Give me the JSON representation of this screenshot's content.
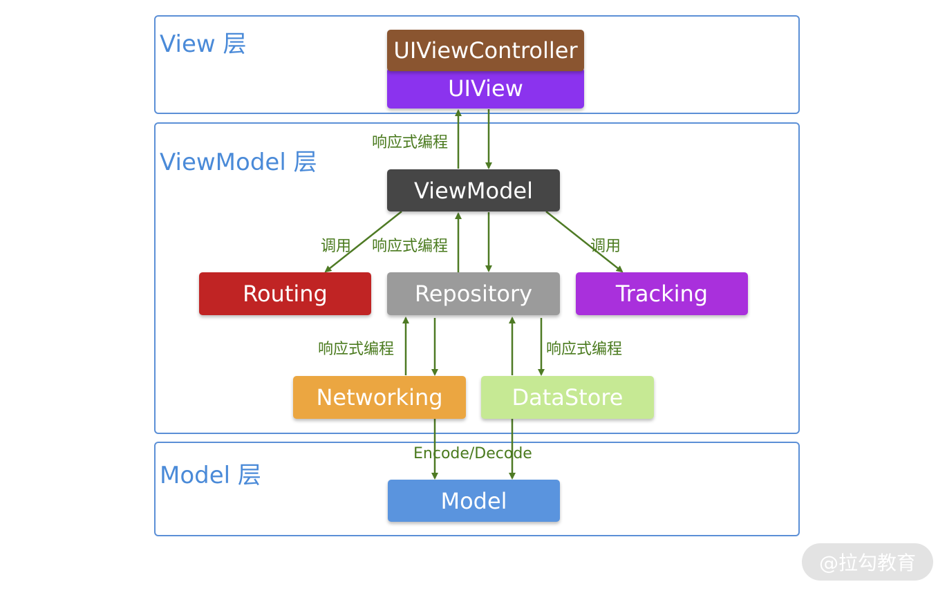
{
  "layers": {
    "view": "View 层",
    "viewmodel": "ViewModel 层",
    "model": "Model 层"
  },
  "nodes": {
    "uiviewcontroller": "UIViewController",
    "uiview": "UIView",
    "viewmodel": "ViewModel",
    "routing": "Routing",
    "repository": "Repository",
    "tracking": "Tracking",
    "networking": "Networking",
    "datastore": "DataStore",
    "model": "Model"
  },
  "edge_labels": {
    "uiview_viewmodel": "响应式编程",
    "viewmodel_routing": "调用",
    "viewmodel_repository": "响应式编程",
    "viewmodel_tracking": "调用",
    "repository_networking": "响应式编程",
    "repository_datastore": "响应式编程",
    "to_model": "Encode/Decode"
  },
  "colors": {
    "layer_border": "#5b8fd6",
    "arrow": "#4e7a24",
    "uiviewcontroller": "#8a5530",
    "uiview": "#8b33ee",
    "viewmodel": "#464646",
    "routing": "#c02424",
    "repository": "#9b9b9b",
    "tracking": "#a930dc",
    "networking": "#eba641",
    "datastore": "#c6e994",
    "model": "#5a94de"
  },
  "watermark": "@拉勾教育"
}
